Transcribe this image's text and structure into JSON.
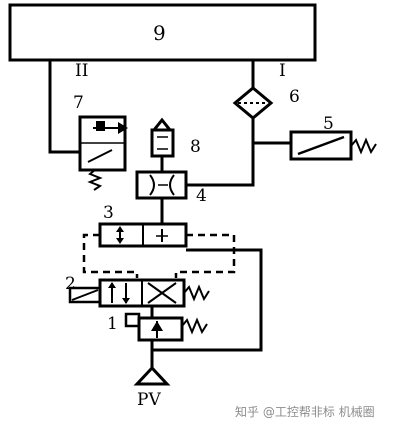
{
  "labels": {
    "block_9": "9",
    "line_ii": "II",
    "line_i": "I",
    "comp_7": "7",
    "comp_6": "6",
    "comp_5": "5",
    "comp_8": "8",
    "comp_4": "4",
    "comp_3": "3",
    "comp_2": "2",
    "comp_1": "1",
    "supply": "PV"
  },
  "watermark": "知乎 @工控帮非标 机械圈"
}
